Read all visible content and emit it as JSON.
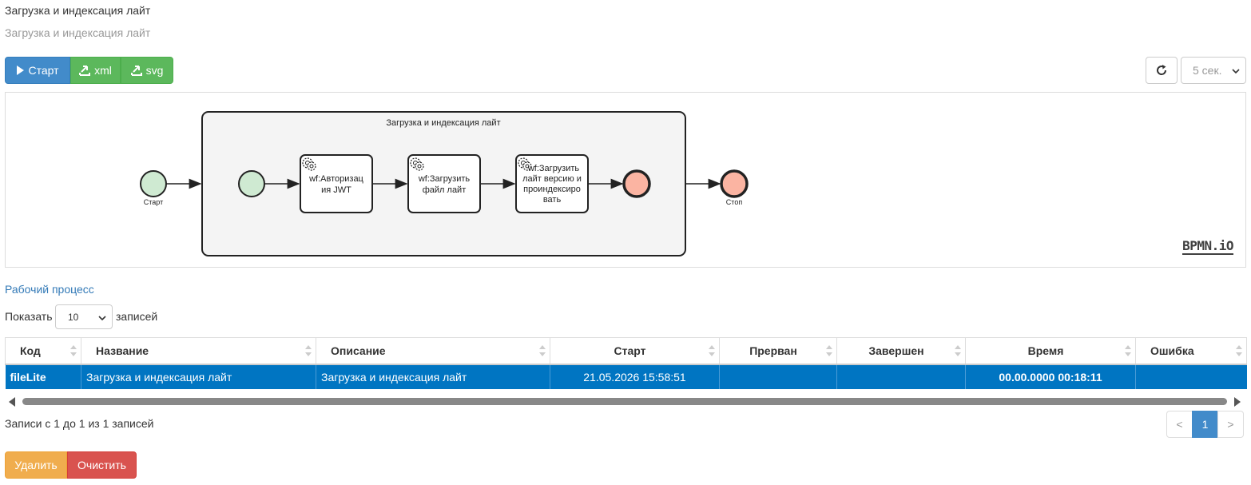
{
  "page": {
    "title": "Загрузка и индексация лайт",
    "subtitle": "Загрузка и индексация лайт"
  },
  "toolbar": {
    "start_label": "Старт",
    "xml_label": "xml",
    "svg_label": "svg",
    "refresh_icon": "refresh-icon",
    "interval_value": "5 сек."
  },
  "diagram": {
    "subprocess_label": "Загрузка и индексация лайт",
    "start_event_label": "Старт",
    "end_event_label": "Стоп",
    "task1_lines": [
      "wf:Авторизац",
      "ия JWT"
    ],
    "task2_lines": [
      "wf:Загрузить",
      "файл лайт"
    ],
    "task3_lines": [
      "wf:Загрузить",
      "лайт версию и",
      "проиндексиро",
      "вать"
    ],
    "logo": "BPMN.iO",
    "colors": {
      "start_fill": "#cfead2",
      "end_fill": "#fbb4a2",
      "stroke": "#222222",
      "subprocess_fill": "#f4f4f4"
    }
  },
  "section": {
    "link": "Рабочий процесс"
  },
  "table_controls": {
    "show_label": "Показать",
    "page_size": "10",
    "records_label": "записей"
  },
  "table": {
    "columns": [
      "Код",
      "Название",
      "Описание",
      "Старт",
      "Прерван",
      "Завершен",
      "Время",
      "Ошибка"
    ],
    "rows": [
      [
        "fileLite",
        "Загрузка и индексация лайт",
        "Загрузка и индексация лайт",
        "21.05.2026 15:58:51",
        "",
        "",
        "00.00.0000 00:18:11",
        ""
      ]
    ],
    "selected_color": "#0075c2"
  },
  "footer": {
    "info": "Записи с 1 до 1 из 1 записей",
    "prev": "<",
    "current_page": "1",
    "next": ">",
    "delete_label": "Удалить",
    "clear_label": "Очистить"
  }
}
